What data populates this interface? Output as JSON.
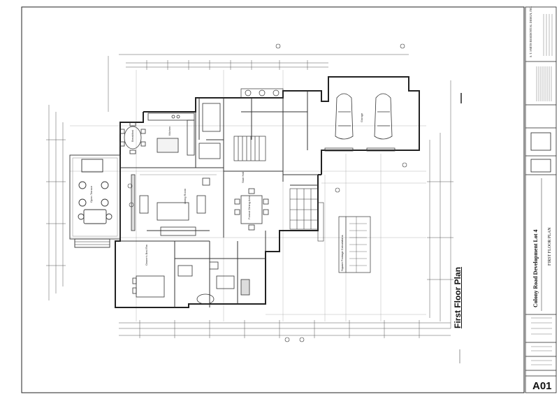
{
  "drawing": {
    "title": "First Floor Plan",
    "sheet_number": "A01",
    "firm_name": "S. T. SMITH RESIDENTIAL DESIGN, INC.",
    "project_name": "Colony Road Development Lot 4",
    "sheet_title": "FIRST FLOOR PLAN",
    "sqft_heading": "Square Footage Calculations"
  },
  "rooms": [
    {
      "label": "Breakfast"
    },
    {
      "label": "Kitchen"
    },
    {
      "label": "Open Terrace"
    },
    {
      "label": "Living Room"
    },
    {
      "label": "Formal Dining Area"
    },
    {
      "label": "Owner's Bed Rm"
    },
    {
      "label": "Stair Hall"
    },
    {
      "label": "Garage"
    }
  ],
  "colors": {
    "line": "#2a2a2a",
    "light_line": "#8a8a8a",
    "paper": "#ffffff"
  }
}
